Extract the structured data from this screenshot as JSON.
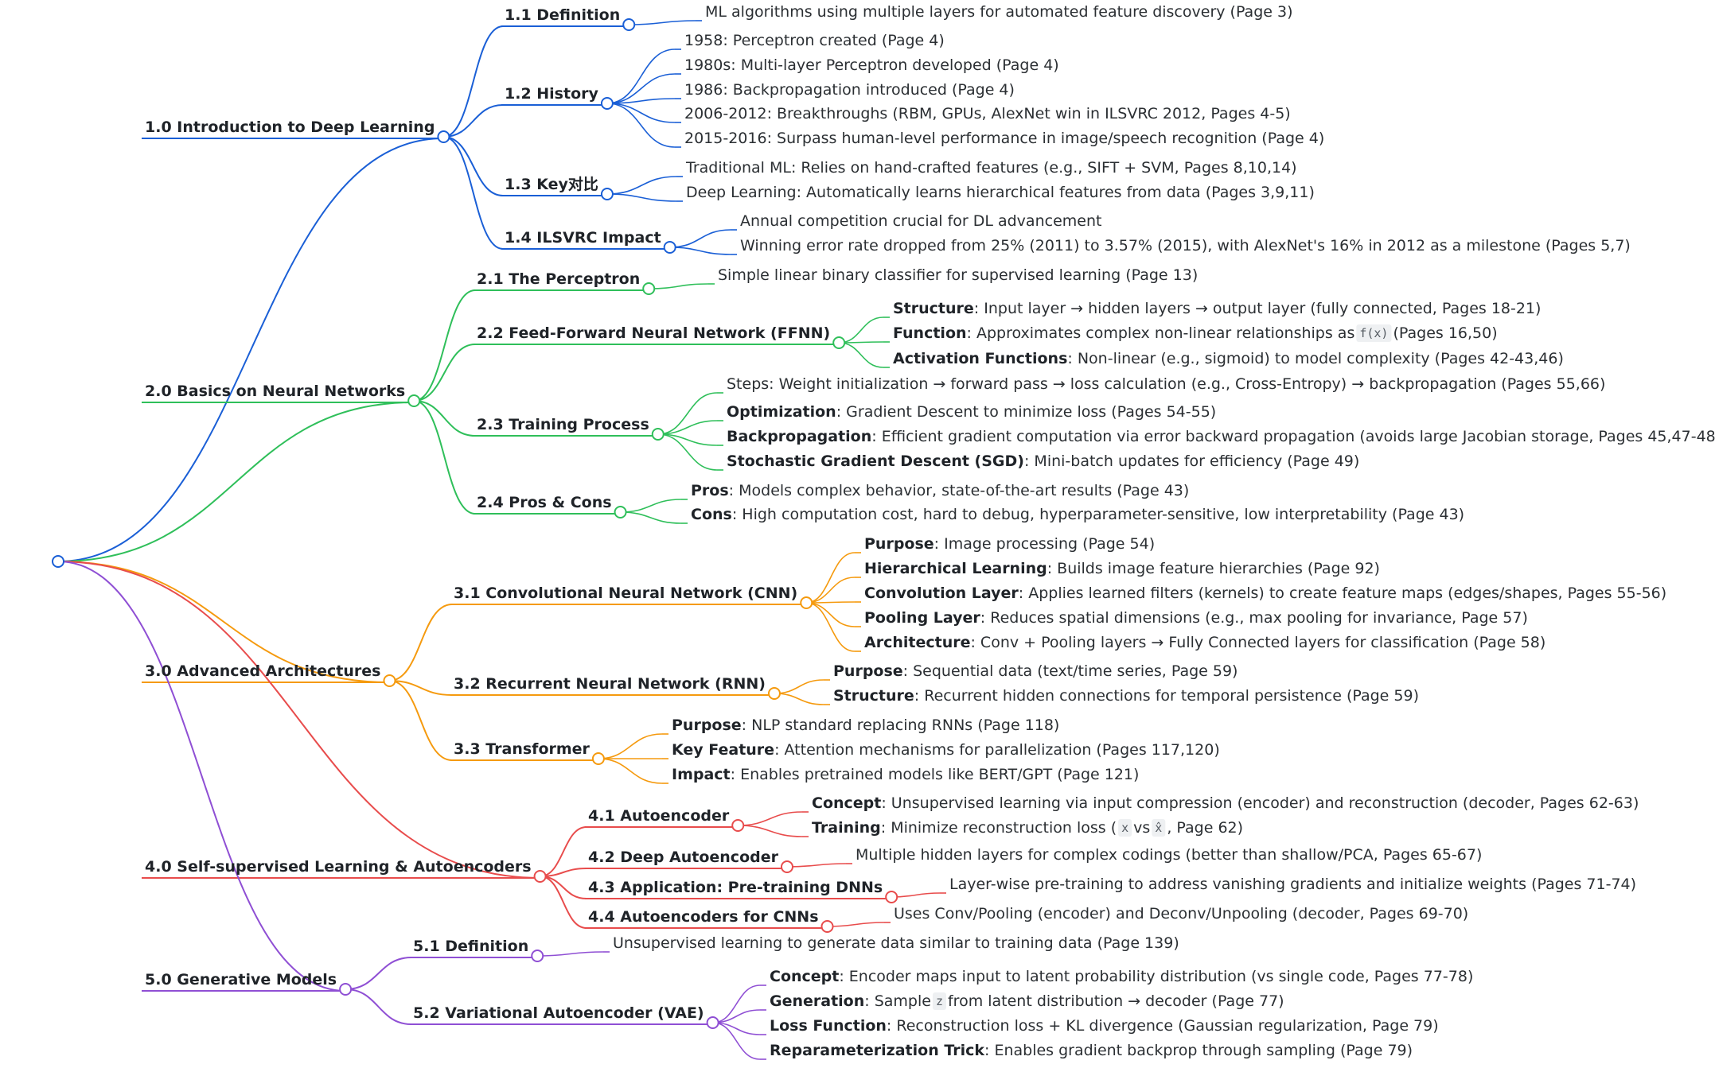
{
  "diagram": {
    "type": "mindmap",
    "branches": [
      {
        "id": "b1",
        "label": "1.0 Introduction to Deep Learning",
        "color": "#1a5fd6",
        "children": [
          {
            "id": "b1s1",
            "label": "1.1 Definition",
            "leaves": [
              {
                "text": "ML algorithms using multiple layers for automated feature discovery (Page 3)"
              }
            ]
          },
          {
            "id": "b1s2",
            "label": "1.2 History",
            "leaves": [
              {
                "text": "1958: Perceptron created (Page 4)"
              },
              {
                "text": "1980s: Multi-layer Perceptron developed (Page 4)"
              },
              {
                "text": "1986: Backpropagation introduced (Page 4)"
              },
              {
                "text": "2006-2012: Breakthroughs (RBM, GPUs, AlexNet win in ILSVRC 2012, Pages 4-5)"
              },
              {
                "text": "2015-2016: Surpass human-level performance in image/speech recognition (Page 4)"
              }
            ]
          },
          {
            "id": "b1s3",
            "label": "1.3 Key对比",
            "leaves": [
              {
                "text": "Traditional ML: Relies on hand-crafted features (e.g., SIFT + SVM, Pages 8,10,14)"
              },
              {
                "text": "Deep Learning: Automatically learns hierarchical features from data (Pages 3,9,11)"
              }
            ]
          },
          {
            "id": "b1s4",
            "label": "1.4 ILSVRC Impact",
            "leaves": [
              {
                "text": "Annual competition crucial for DL advancement"
              },
              {
                "text": "Winning error rate dropped from 25% (2011) to 3.57% (2015), with AlexNet's 16% in 2012 as a milestone (Pages 5,7)"
              }
            ]
          }
        ]
      },
      {
        "id": "b2",
        "label": "2.0 Basics on Neural Networks",
        "color": "#2fbf5a",
        "children": [
          {
            "id": "b2s1",
            "label": "2.1 The Perceptron",
            "leaves": [
              {
                "text": "Simple linear binary classifier for supervised learning (Page 13)"
              }
            ]
          },
          {
            "id": "b2s2",
            "label": "2.2 Feed-Forward Neural Network (FFNN)",
            "leaves": [
              {
                "bold": "Structure",
                "text": ": Input layer → hidden layers → output layer (fully connected, Pages 18-21)"
              },
              {
                "bold": "Function",
                "text": ": Approximates complex non-linear relationships as ",
                "code": "f(x)",
                "after": " (Pages 16,50)"
              },
              {
                "bold": "Activation Functions",
                "text": ": Non-linear (e.g., sigmoid) to model complexity (Pages 42-43,46)"
              }
            ]
          },
          {
            "id": "b2s3",
            "label": "2.3 Training Process",
            "leaves": [
              {
                "text": "Steps: Weight initialization → forward pass → loss calculation (e.g., Cross-Entropy) → backpropagation (Pages 55,66)"
              },
              {
                "bold": "Optimization",
                "text": ": Gradient Descent to minimize loss (Pages 54-55)"
              },
              {
                "bold": "Backpropagation",
                "text": ": Efficient gradient computation via error backward propagation (avoids large Jacobian storage, Pages 45,47-48)"
              },
              {
                "bold": "Stochastic Gradient Descent (SGD)",
                "text": ": Mini-batch updates for efficiency (Page 49)"
              }
            ]
          },
          {
            "id": "b2s4",
            "label": "2.4 Pros & Cons",
            "leaves": [
              {
                "bold": "Pros",
                "text": ": Models complex behavior, state-of-the-art results (Page 43)"
              },
              {
                "bold": "Cons",
                "text": ": High computation cost, hard to debug, hyperparameter-sensitive, low interpretability (Page 43)"
              }
            ]
          }
        ]
      },
      {
        "id": "b3",
        "label": "3.0 Advanced Architectures",
        "color": "#f59a0e",
        "children": [
          {
            "id": "b3s1",
            "label": "3.1 Convolutional Neural Network (CNN)",
            "leaves": [
              {
                "bold": "Purpose",
                "text": ": Image processing (Page 54)"
              },
              {
                "bold": "Hierarchical Learning",
                "text": ": Builds image feature hierarchies (Page 92)"
              },
              {
                "bold": "Convolution Layer",
                "text": ": Applies learned filters (kernels) to create feature maps (edges/shapes, Pages 55-56)"
              },
              {
                "bold": "Pooling Layer",
                "text": ": Reduces spatial dimensions (e.g., max pooling for invariance, Page 57)"
              },
              {
                "bold": "Architecture",
                "text": ": Conv + Pooling layers → Fully Connected layers for classification (Page 58)"
              }
            ]
          },
          {
            "id": "b3s2",
            "label": "3.2 Recurrent Neural Network (RNN)",
            "leaves": [
              {
                "bold": "Purpose",
                "text": ": Sequential data (text/time series, Page 59)"
              },
              {
                "bold": "Structure",
                "text": ": Recurrent hidden connections for temporal persistence (Page 59)"
              }
            ]
          },
          {
            "id": "b3s3",
            "label": "3.3 Transformer",
            "leaves": [
              {
                "bold": "Purpose",
                "text": ": NLP standard replacing RNNs (Page 118)"
              },
              {
                "bold": "Key Feature",
                "text": ": Attention mechanisms for parallelization (Pages 117,120)"
              },
              {
                "bold": "Impact",
                "text": ": Enables pretrained models like BERT/GPT (Page 121)"
              }
            ]
          }
        ]
      },
      {
        "id": "b4",
        "label": "4.0 Self-supervised Learning & Autoencoders",
        "color": "#e84c4c",
        "children": [
          {
            "id": "b4s1",
            "label": "4.1 Autoencoder",
            "leaves": [
              {
                "bold": "Concept",
                "text": ": Unsupervised learning via input compression (encoder) and reconstruction (decoder, Pages 62-63)"
              },
              {
                "bold": "Training",
                "text": ": Minimize reconstruction loss (",
                "code": "x",
                "mid": " vs ",
                "code2": "x̂",
                "after": ", Page 62)"
              }
            ]
          },
          {
            "id": "b4s2",
            "label": "4.2 Deep Autoencoder",
            "leaves": [
              {
                "text": "Multiple hidden layers for complex codings (better than shallow/PCA, Pages 65-67)"
              }
            ]
          },
          {
            "id": "b4s3",
            "label": "4.3 Application: Pre-training DNNs",
            "leaves": [
              {
                "text": "Layer-wise pre-training to address vanishing gradients and initialize weights (Pages 71-74)"
              }
            ]
          },
          {
            "id": "b4s4",
            "label": "4.4 Autoencoders for CNNs",
            "leaves": [
              {
                "text": "Uses Conv/Pooling (encoder) and Deconv/Unpooling (decoder, Pages 69-70)"
              }
            ]
          }
        ]
      },
      {
        "id": "b5",
        "label": "5.0 Generative Models",
        "color": "#8f4fd4",
        "children": [
          {
            "id": "b5s1",
            "label": "5.1 Definition",
            "leaves": [
              {
                "text": "Unsupervised learning to generate data similar to training data (Page 139)"
              }
            ]
          },
          {
            "id": "b5s2",
            "label": "5.2 Variational Autoencoder (VAE)",
            "leaves": [
              {
                "bold": "Concept",
                "text": ": Encoder maps input to latent probability distribution (vs single code, Pages 77-78)"
              },
              {
                "bold": "Generation",
                "text": ": Sample ",
                "code": "z",
                "after": " from latent distribution → decoder (Page 77)"
              },
              {
                "bold": "Loss Function",
                "text": ": Reconstruction loss + KL divergence (Gaussian regularization, Page 79)"
              },
              {
                "bold": "Reparameterization Trick",
                "text": ": Enables gradient backprop through sampling (Page 79)"
              }
            ]
          }
        ]
      }
    ]
  }
}
